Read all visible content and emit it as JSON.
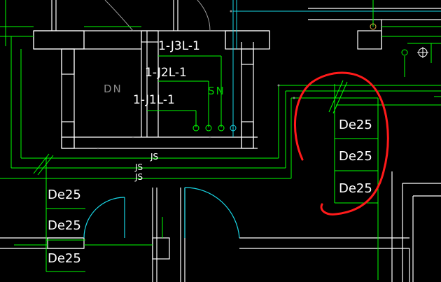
{
  "drawing": {
    "riser_labels": [
      "1-J3L-1",
      "1-J2L-1",
      "1-J1L-1"
    ],
    "room_labels": [
      "DN",
      "SN"
    ],
    "pipe_labels": [
      "JS",
      "JS",
      "JS"
    ],
    "pipe_sizes_right": [
      "De25",
      "De25",
      "De25"
    ],
    "pipe_sizes_left": [
      "De25",
      "De25",
      "De25"
    ],
    "colors": {
      "background": "#000000",
      "wall": "#ffffff",
      "pipe": "#00ff00",
      "door": "#00ffff",
      "markup": "#ff1a1a",
      "dim_text": "#8a8a8a"
    }
  }
}
